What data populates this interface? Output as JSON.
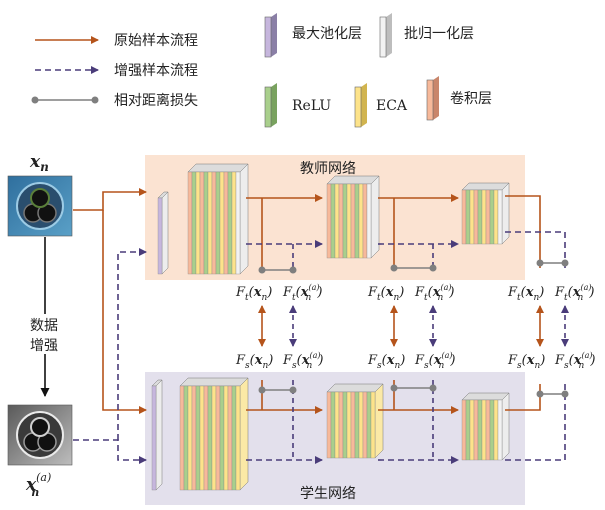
{
  "legend": {
    "original_flow": "原始样本流程",
    "augmented_flow": "增强样本流程",
    "relative_distance_loss": "相对距离损失",
    "max_pool": "最大池化层",
    "batch_norm": "批归一化层",
    "relu": "ReLU",
    "eca": "ECA",
    "conv": "卷积层"
  },
  "labels": {
    "teacher_network": "教师网络",
    "student_network": "学生网络",
    "data_aug_1": "数据",
    "data_aug_2": "增强",
    "input_x": "x",
    "input_x_sub": "n",
    "aug_x": "x",
    "aug_x_sup": "(a)",
    "aug_x_sub": "n"
  },
  "features": {
    "teacher_pair": [
      "F",
      "t",
      "x",
      "n",
      "(a)"
    ],
    "student_pair": [
      "F",
      "s",
      "x",
      "n",
      "(a)"
    ]
  },
  "colors": {
    "original_arrow": "#b5541b",
    "augmented_arrow": "#4a3c7a",
    "loss_line": "#7f7f7f",
    "teacher_bg": "#fbe3d2",
    "student_bg": "#e3e0ec",
    "max_pool": "#c6b6dd",
    "batch_norm": "#f2f2f2",
    "relu": "#a9cf8c",
    "eca": "#fde38a",
    "conv": "#f7b99a"
  }
}
